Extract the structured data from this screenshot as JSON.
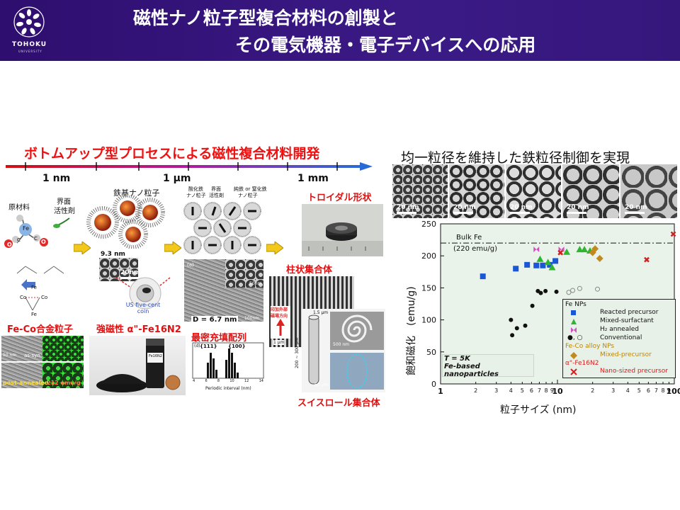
{
  "header": {
    "title_line1": "磁性ナノ粒子型複合材料の創製と",
    "title_line2": "その電気機器・電子デバイスへの応用",
    "logo_text": "TOHOKU",
    "logo_sub": "UNIVERSITY",
    "bg_color": "#36157e"
  },
  "left": {
    "main_title": "ボトムアップ型プロセスによる磁性複合材料開発",
    "scale": [
      "1 nm",
      "1 μm",
      "1 mm"
    ],
    "raw_material": "原材料",
    "surfactant_l1": "界面",
    "surfactant_l2": "活性剤",
    "fe_label": "Fe",
    "c_label": "C",
    "o_label": "O",
    "co_label": "Co",
    "iron_np": "鉄基ナノ粒子",
    "np_size": "9.3 nm",
    "tem_scale_20": "20nm",
    "coin_label": "US five-cent coin",
    "oxide_l1": "酸化鉄",
    "oxide_l2": "ナノ粒子",
    "surf2_l1": "界面",
    "surf2_l2": "活性剤",
    "pure_l1": "純鉄 or 窒化鉄",
    "pure_l2": "ナノ粒子",
    "panel_a": "(a)",
    "scale_50nm": "50nm",
    "scale_100nm": "100nm",
    "d_value": "D = 6.7 nm",
    "toroidal": "トロイダル形状",
    "pillar": "柱状集合体",
    "field_l1": "印加外部",
    "field_l2": "磁場方向",
    "scale_1um": "1 μm",
    "scale_1_5um": "1.5 μm",
    "scale_range": "200 ~ 300 μm",
    "scale_500nm": "500 nm",
    "scale_50um": "50 μm",
    "swiss": "スイスロール集合体",
    "feco_title": "Fe-Co合金粒子",
    "feco_scale": "50 nm",
    "feco_as_syn": "as-syn.",
    "feco_post": "post-annealed",
    "feco_value": "212 emu/g",
    "fe16n2_title": "強磁性 α\"-Fe16N2",
    "fe16n2_vial": "Fe16N2",
    "packing_title": "最密充填配列",
    "hist_panel": "(d)",
    "hist_111": "{111}",
    "hist_100": "{100}",
    "hist_xlabel": "Periodic interval (nm)",
    "hist_ticks": [
      "4",
      "6",
      "8",
      "10",
      "12",
      "14"
    ]
  },
  "right": {
    "title": "均一粒径を維持した鉄粒径制御を実現",
    "tem_scale": "20 nm"
  },
  "chart_data": {
    "type": "scatter",
    "xlabel": "粒子サイズ (nm)",
    "ylabel": "飽和磁化　(emu/g)",
    "xscale": "log",
    "xlim": [
      1,
      100
    ],
    "ylim": [
      0,
      250
    ],
    "y_ticks": [
      0,
      50,
      100,
      150,
      200,
      250
    ],
    "x_ticks": [
      "1",
      "2",
      "3",
      "4",
      "5",
      "6",
      "7",
      "8",
      "9",
      "10",
      "2",
      "3",
      "4",
      "5",
      "6",
      "7",
      "8",
      "9",
      "100"
    ],
    "x_tick_values": [
      1,
      2,
      3,
      4,
      5,
      6,
      7,
      8,
      9,
      10,
      20,
      30,
      40,
      50,
      60,
      70,
      80,
      90,
      100
    ],
    "bulk_label_1": "Bulk Fe",
    "bulk_label_2": "(220 emu/g)",
    "bulk_value": 220,
    "annotation_1": "T = 5K",
    "annotation_2": "Fe-based nanoparticles",
    "legend": {
      "fe_nps": "Fe NPs",
      "reacted": "Reacted precursor",
      "mixed_surf": "Mixed-surfactant",
      "h2": "H₂ annealed",
      "conventional_prefix": "●, ○",
      "conventional": "Conventional",
      "feco": "Fe-Co alloy NPs",
      "mixed_prec": "Mixed-precursor",
      "fe16n2": "α\"-Fe16N2",
      "nano_prec": "Nano-sized precursor"
    },
    "series": [
      {
        "name": "Reacted precursor",
        "marker": "square",
        "color": "#1a56d6",
        "x": [
          2.3,
          4.4,
          5.5,
          6.6,
          7.5,
          8.6,
          9.6
        ],
        "y": [
          168,
          180,
          186,
          185,
          185,
          186,
          192
        ]
      },
      {
        "name": "Mixed-surfactant",
        "marker": "triangle",
        "color": "#2fb52f",
        "x": [
          7.1,
          8.3,
          9.0,
          12.0,
          15.5,
          17.0,
          19.0
        ],
        "y": [
          195,
          190,
          182,
          206,
          210,
          210,
          208
        ]
      },
      {
        "name": "H2 annealed",
        "marker": "bowtie",
        "color": "#d24fc2",
        "x": [
          6.6,
          10.8
        ],
        "y": [
          210,
          210
        ]
      },
      {
        "name": "Conventional (filled)",
        "marker": "circle",
        "color": "#111111",
        "x": [
          4.0,
          4.1,
          4.5,
          5.3,
          6.1,
          6.8,
          7.2,
          7.9,
          9.8
        ],
        "y": [
          100,
          76,
          87,
          91,
          122,
          145,
          142,
          145,
          144
        ]
      },
      {
        "name": "Conventional (open)",
        "marker": "open-circle",
        "color": "#888888",
        "x": [
          12.5,
          13.5,
          15.5,
          22.0
        ],
        "y": [
          143,
          146,
          149,
          148
        ]
      },
      {
        "name": "Mixed-precursor",
        "marker": "diamond",
        "color": "#c08a20",
        "x": [
          20.0,
          21.0,
          23.0
        ],
        "y": [
          205,
          211,
          196
        ]
      },
      {
        "name": "Nano-sized precursor",
        "marker": "x",
        "color": "#d22020",
        "x": [
          10.6,
          58.0,
          98.0
        ],
        "y": [
          205,
          194,
          234
        ]
      }
    ],
    "colors": {
      "plot_bg": "#eaf3ea",
      "axis": "#111111"
    }
  }
}
